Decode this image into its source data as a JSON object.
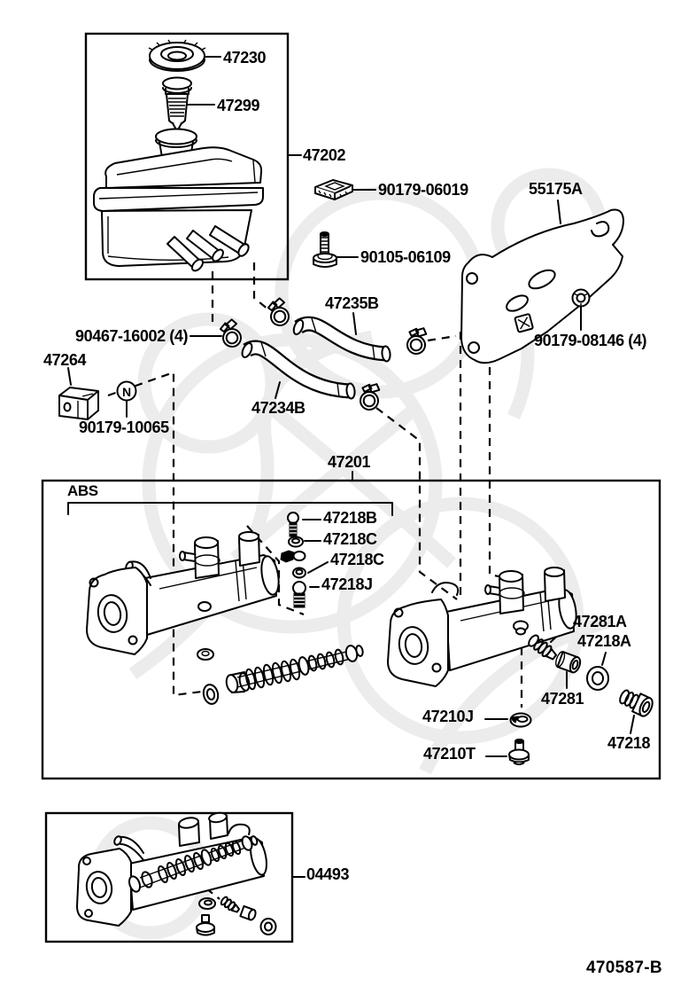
{
  "colors": {
    "ink": "#000000",
    "paper": "#ffffff",
    "watermark": "#e9e9e9"
  },
  "labels": {
    "cap": "47230",
    "strainer": "47299",
    "reservoir_assy": "47202",
    "grommet": "90179-06019",
    "bracket": "55175A",
    "bolt": "90105-06109",
    "hose_upper": "47235B",
    "hose_clamp": "90467-16002 (4)",
    "clamp_bracket": "47264",
    "n_symbol": "N",
    "nut_n": "90179-10065",
    "hose_lower": "47234B",
    "bracket_nut": "90179-08146 (4)",
    "master_cylinder_assy": "47201",
    "abs_note": "ABS",
    "union_bolt_b": "47218B",
    "washer_c1": "47218C",
    "washer_c2": "47218C",
    "union_j": "47218J",
    "stopper_screw": "47281A",
    "gasket_a": "47218A",
    "piston_stopper": "47281",
    "outlet_plug": "47218",
    "gasket_j": "47210J",
    "bleeder_plug": "47210T",
    "repair_kit": "04493",
    "drawing_number": "470587-B"
  }
}
